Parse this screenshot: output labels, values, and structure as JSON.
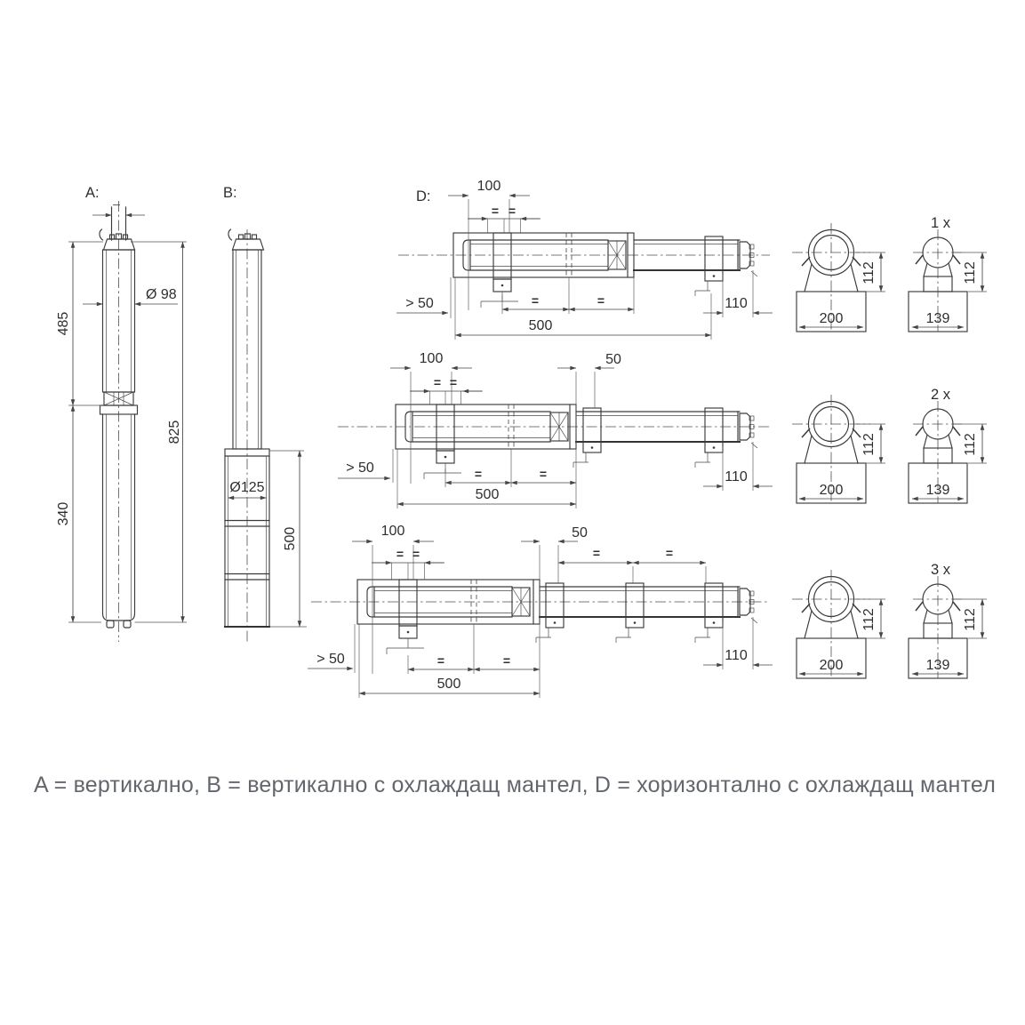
{
  "caption": "A = вертикално, B = вертикално с охлаждащ мантел, D = хоризонтално с охлаждащ мантел",
  "drawing": {
    "view_a": {
      "label": "A:",
      "diameter": "Ø 98",
      "len_upper": "485",
      "len_lower": "340",
      "len_total": "825"
    },
    "view_b": {
      "label": "B:",
      "diameter": "Ø125",
      "jacket_len": "500"
    },
    "view_d": {
      "label": "D:",
      "eq_mark": "=",
      "rows": [
        {
          "clamp_span": "100",
          "min_wall": "> 50",
          "rail_len": "500",
          "support": "110"
        },
        {
          "clamp_span": "100",
          "pipe_gap": "50",
          "min_wall": "> 50",
          "rail_len": "500",
          "support": "110"
        },
        {
          "clamp_span": "100",
          "pipe_gap": "50",
          "min_wall": "> 50",
          "rail_len": "500",
          "support": "110"
        }
      ]
    },
    "cross_sections": {
      "height": "112",
      "base_jacketed": "200",
      "base_plain": "139",
      "rows": [
        {
          "count": "1 x"
        },
        {
          "count": "2 x"
        },
        {
          "count": "3 x"
        }
      ]
    }
  }
}
